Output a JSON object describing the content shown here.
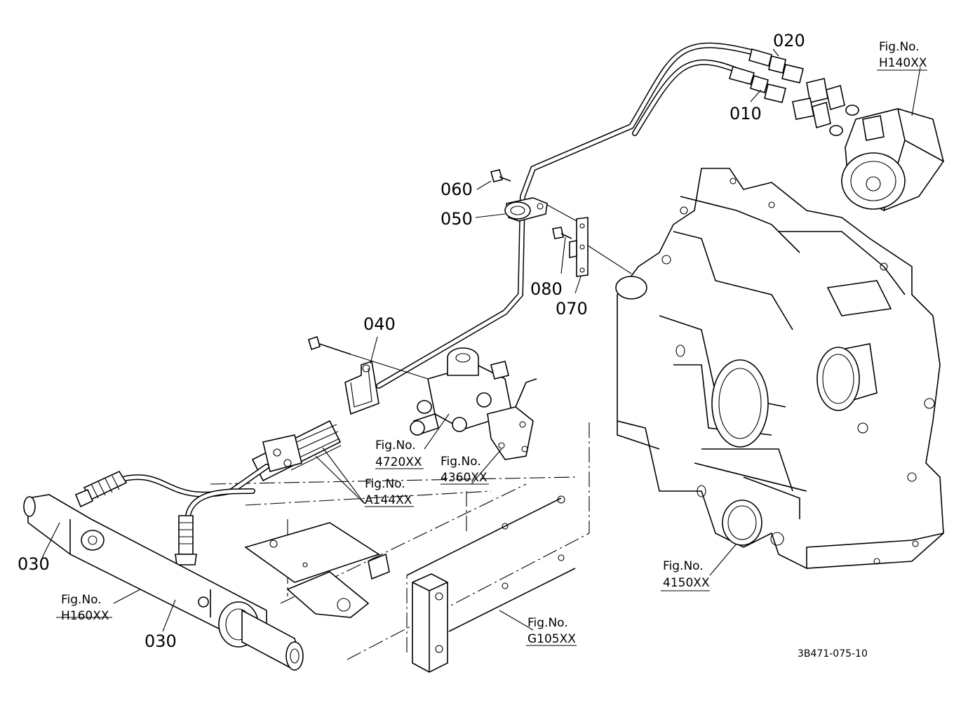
{
  "parts": {
    "p010": "010",
    "p020": "020",
    "p030a": "030",
    "p030b": "030",
    "p040": "040",
    "p050": "050",
    "p060": "060",
    "p070": "070",
    "p080": "080"
  },
  "figs": {
    "h140": {
      "label": "Fig.No.",
      "code": "H140XX"
    },
    "f4720": {
      "label": "Fig.No.",
      "code": "4720XX"
    },
    "f4360": {
      "label": "Fig.No.",
      "code": "4360XX"
    },
    "a144": {
      "label": "Fig.No.",
      "code": "A144XX"
    },
    "h160": {
      "label": "Fig.No.",
      "code": "H160XX"
    },
    "g105": {
      "label": "Fig.No.",
      "code": "G105XX"
    },
    "f4150": {
      "label": "Fig.No.",
      "code": "4150XX"
    }
  },
  "drawing_code": "3B471-075-10"
}
